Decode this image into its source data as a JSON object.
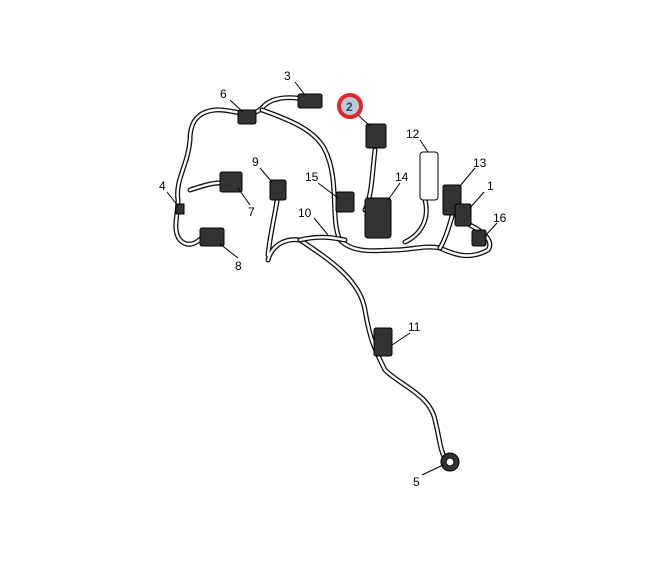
{
  "diagram": {
    "type": "wiring-harness-parts-diagram",
    "selected_callout": "2",
    "highlight_color": "#e0262b",
    "highlight_fill": "#b9c9dc",
    "callouts": [
      "1",
      "2",
      "3",
      "4",
      "5",
      "6",
      "7",
      "8",
      "9",
      "10",
      "11",
      "12",
      "13",
      "14",
      "15",
      "16"
    ]
  }
}
